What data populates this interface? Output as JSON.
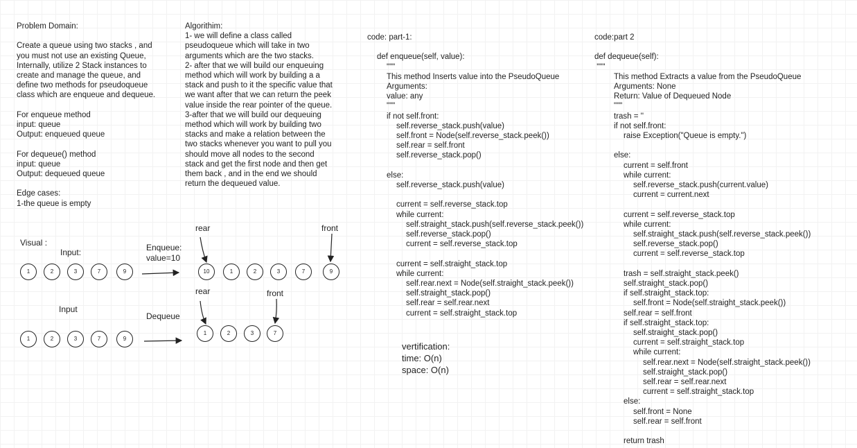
{
  "problem_domain": {
    "lines": [
      "Problem Domain:",
      "",
      "Create a queue using two stacks , and you must not use an existing Queue, Internally, utilize 2 Stack instances to create and manage the queue, and define two methods for pseudoqueue class which are enqueue and dequeue.",
      "",
      "For enqueue method",
      "input: queue",
      "Output: enqueued queue",
      "",
      "For dequeue() method",
      "input: queue",
      "Output: dequeued queue",
      "",
      "Edge cases:",
      "1-the queue is empty"
    ]
  },
  "algorithm": {
    "lines": [
      "Algorithim:",
      "1- we will define a class called pseudoqueue which will take in two arguments which are the two stacks.",
      "2- after that we will build our enqueuing method which will work by building a a stack and push to it the specific value that we want after that we can return the peek value inside the  rear pointer of the queue.",
      "3-after that we will build our dequeuing method which will work by building two stacks and make a relation between the two stacks whenever you want to pull you should move all nodes to the second stack and get the first node and then get them back , and in the end we should return the dequeued value."
    ]
  },
  "code_part1": {
    "lines": [
      {
        "indent": 0,
        "text": "code: part-1:"
      },
      {
        "indent": 0,
        "text": ""
      },
      {
        "indent": 1,
        "text": "def enqueue(self, value):"
      },
      {
        "indent": 2,
        "text": "\"\"\""
      },
      {
        "indent": 2,
        "text": "This method Inserts value into the PseudoQueue"
      },
      {
        "indent": 2,
        "text": "Arguments:"
      },
      {
        "indent": 2,
        "text": "value: any"
      },
      {
        "indent": 2,
        "text": "\"\"\""
      },
      {
        "indent": 2,
        "text": "if not self.front:"
      },
      {
        "indent": 3,
        "text": "self.reverse_stack.push(value)"
      },
      {
        "indent": 3,
        "text": "self.front = Node(self.reverse_stack.peek())"
      },
      {
        "indent": 3,
        "text": "self.rear = self.front"
      },
      {
        "indent": 3,
        "text": "self.reverse_stack.pop()"
      },
      {
        "indent": 0,
        "text": ""
      },
      {
        "indent": 2,
        "text": "else:"
      },
      {
        "indent": 3,
        "text": "self.reverse_stack.push(value)"
      },
      {
        "indent": 0,
        "text": ""
      },
      {
        "indent": 3,
        "text": "current = self.reverse_stack.top"
      },
      {
        "indent": 3,
        "text": "while current:"
      },
      {
        "indent": 4,
        "text": "self.straight_stack.push(self.reverse_stack.peek())"
      },
      {
        "indent": 4,
        "text": "self.reverse_stack.pop()"
      },
      {
        "indent": 4,
        "text": "current = self.reverse_stack.top"
      },
      {
        "indent": 0,
        "text": ""
      },
      {
        "indent": 3,
        "text": "current = self.straight_stack.top"
      },
      {
        "indent": 3,
        "text": "while current:"
      },
      {
        "indent": 4,
        "text": "self.rear.next = Node(self.straight_stack.peek())"
      },
      {
        "indent": 4,
        "text": "self.straight_stack.pop()"
      },
      {
        "indent": 4,
        "text": "self.rear = self.rear.next"
      },
      {
        "indent": 4,
        "text": "current = self.straight_stack.top"
      }
    ]
  },
  "verification": {
    "lines": [
      "vertification:",
      "time: O(n)",
      "space: O(n)"
    ]
  },
  "code_part2": {
    "lines": [
      {
        "indent": 0,
        "text": "code:part 2"
      },
      {
        "indent": 0,
        "text": ""
      },
      {
        "indent": 0,
        "text": "def dequeue(self):"
      },
      {
        "indent": 0,
        "text": " \"\"\""
      },
      {
        "indent": 2,
        "text": "This method Extracts a value from the PseudoQueue"
      },
      {
        "indent": 2,
        "text": "Arguments: None"
      },
      {
        "indent": 2,
        "text": "Return: Value of Dequeued Node"
      },
      {
        "indent": 2,
        "text": "\"\"\""
      },
      {
        "indent": 2,
        "text": "trash = ''"
      },
      {
        "indent": 2,
        "text": "if not self.front:"
      },
      {
        "indent": 3,
        "text": "raise Exception(\"Queue is empty.\")"
      },
      {
        "indent": 0,
        "text": ""
      },
      {
        "indent": 2,
        "text": "else:"
      },
      {
        "indent": 3,
        "text": "current = self.front"
      },
      {
        "indent": 3,
        "text": "while current:"
      },
      {
        "indent": 4,
        "text": "self.reverse_stack.push(current.value)"
      },
      {
        "indent": 4,
        "text": "current = current.next"
      },
      {
        "indent": 0,
        "text": ""
      },
      {
        "indent": 3,
        "text": "current = self.reverse_stack.top"
      },
      {
        "indent": 3,
        "text": "while current:"
      },
      {
        "indent": 4,
        "text": "self.straight_stack.push(self.reverse_stack.peek())"
      },
      {
        "indent": 4,
        "text": "self.reverse_stack.pop()"
      },
      {
        "indent": 4,
        "text": "current = self.reverse_stack.top"
      },
      {
        "indent": 0,
        "text": ""
      },
      {
        "indent": 3,
        "text": "trash = self.straight_stack.peek()"
      },
      {
        "indent": 3,
        "text": "self.straight_stack.pop()"
      },
      {
        "indent": 3,
        "text": "if self.straight_stack.top:"
      },
      {
        "indent": 4,
        "text": "self.front = Node(self.straight_stack.peek())"
      },
      {
        "indent": 3,
        "text": "self.rear = self.front"
      },
      {
        "indent": 3,
        "text": "if self.straight_stack.top:"
      },
      {
        "indent": 4,
        "text": "self.straight_stack.pop()"
      },
      {
        "indent": 4,
        "text": "current = self.straight_stack.top"
      },
      {
        "indent": 4,
        "text": "while current:"
      },
      {
        "indent": 5,
        "text": "self.rear.next = Node(self.straight_stack.peek())"
      },
      {
        "indent": 5,
        "text": "self.straight_stack.pop()"
      },
      {
        "indent": 5,
        "text": "self.rear = self.rear.next"
      },
      {
        "indent": 5,
        "text": "current = self.straight_stack.top"
      },
      {
        "indent": 3,
        "text": "else:"
      },
      {
        "indent": 4,
        "text": "self.front = None"
      },
      {
        "indent": 4,
        "text": "self.rear = self.front"
      },
      {
        "indent": 0,
        "text": ""
      },
      {
        "indent": 3,
        "text": "return trash"
      }
    ]
  },
  "visual": {
    "title": "Visual :",
    "enqueue": {
      "input_label": "Input:",
      "input_nodes": [
        "1",
        "2",
        "3",
        "7",
        "9"
      ],
      "op_label": "Enqueue:",
      "value_label": "value=10",
      "result_nodes": [
        "10",
        "1",
        "2",
        "3",
        "7",
        "9"
      ],
      "rear_label": "rear",
      "front_label": "front"
    },
    "dequeue": {
      "input_label": "Input",
      "input_nodes": [
        "1",
        "2",
        "3",
        "7",
        "9"
      ],
      "op_label": "Dequeue",
      "result_nodes": [
        "1",
        "2",
        "3",
        "7"
      ],
      "rear_label": "rear",
      "front_label": "front"
    }
  }
}
